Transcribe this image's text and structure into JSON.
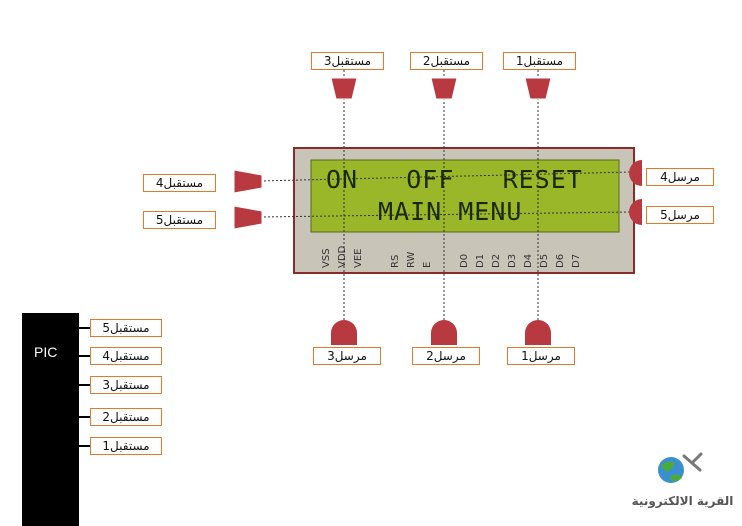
{
  "receivers_top": [
    "مستقبل3",
    "مستقبل2",
    "مستقبل1"
  ],
  "lcd": {
    "row1": "ON   OFF   RESET",
    "row2": "MAIN MENU",
    "pins_group1": [
      "VSS",
      "VDD",
      "VEE"
    ],
    "pins_group2": [
      "RS",
      "RW",
      "E"
    ],
    "pins_group3": [
      "D0",
      "D1",
      "D2",
      "D3",
      "D4",
      "D5",
      "D6",
      "D7"
    ]
  },
  "left_receivers": [
    "مستقبل4",
    "مستقبل5"
  ],
  "right_senders": [
    "مرسل4",
    "مرسل5"
  ],
  "senders_bottom": [
    "مرسل3",
    "مرسل2",
    "مرسل1"
  ],
  "pic": {
    "label": "PIC",
    "pins": [
      "مستقبل5",
      "مستقبل4",
      "مستقبل3",
      "مستقبل2",
      "مستقبل1"
    ]
  },
  "logo": {
    "text": "القرية الالكترونية"
  },
  "colors": {
    "label_border": "#e07a2e",
    "lcd_frame": "#c8c5b8",
    "lcd_frame_border": "#8a2a2a",
    "lcd_screen": "#9ab72a",
    "device_red": "#b8393f",
    "pic_body": "#000000"
  }
}
